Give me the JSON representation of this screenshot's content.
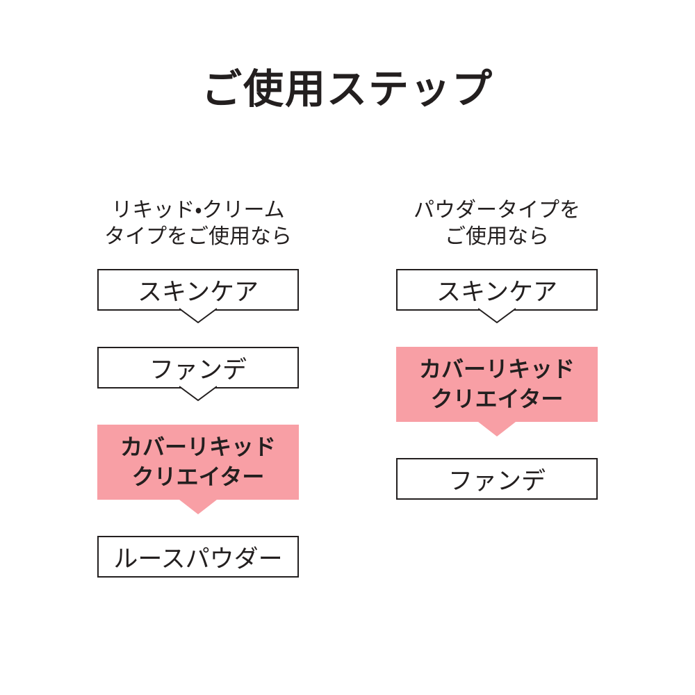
{
  "title": "ご使用ステップ",
  "colors": {
    "pink": "#f89fa5",
    "ink": "#231f1f",
    "background": "#ffffff"
  },
  "columns": [
    {
      "id": "liquid-cream",
      "heading_lines": [
        "リキッド・クリーム",
        "タイプをご使用なら"
      ],
      "steps": [
        {
          "lines": [
            "スキンケア"
          ],
          "highlight": false
        },
        {
          "lines": [
            "ファンデ"
          ],
          "highlight": false
        },
        {
          "lines": [
            "カバーリキッド",
            "クリエイター"
          ],
          "highlight": true
        },
        {
          "lines": [
            "ルースパウダー"
          ],
          "highlight": false
        }
      ]
    },
    {
      "id": "powder",
      "heading_lines": [
        "パウダータイプを",
        "ご使用なら"
      ],
      "steps": [
        {
          "lines": [
            "スキンケア"
          ],
          "highlight": false
        },
        {
          "lines": [
            "カバーリキッド",
            "クリエイター"
          ],
          "highlight": true
        },
        {
          "lines": [
            "ファンデ"
          ],
          "highlight": false
        }
      ]
    }
  ]
}
